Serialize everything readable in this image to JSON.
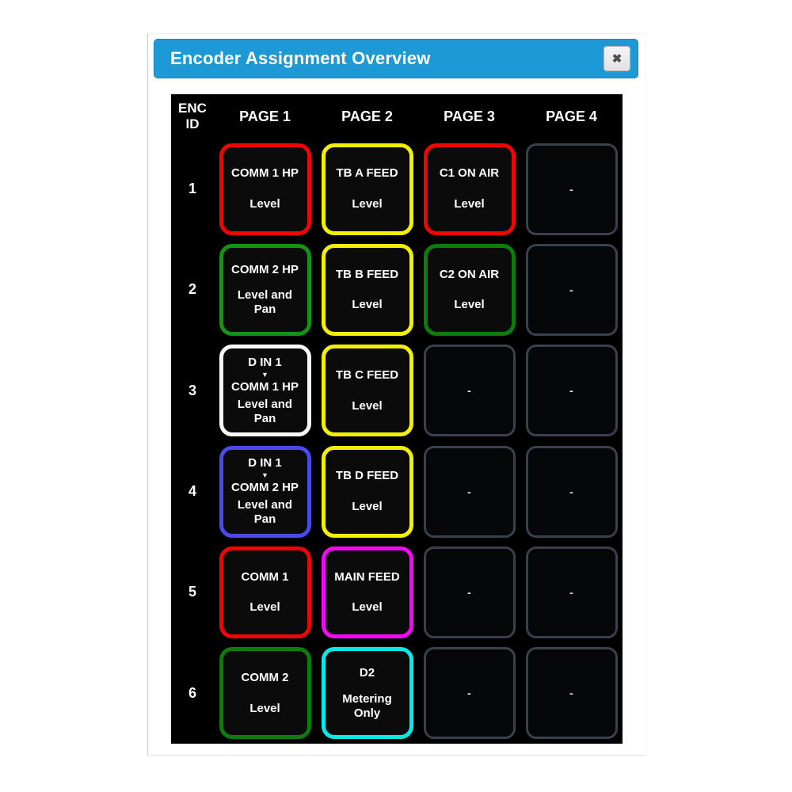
{
  "dialog": {
    "title": "Encoder Assignment Overview",
    "close_glyph": "✖"
  },
  "table": {
    "id_header": "ENC\nID",
    "page_headers": [
      "PAGE 1",
      "PAGE 2",
      "PAGE 3",
      "PAGE 4"
    ],
    "empty_text": "-",
    "rows": [
      {
        "id": "1",
        "cells": [
          {
            "title_lines": [
              "COMM 1 HP"
            ],
            "mode": "Level",
            "border": "#ee0505"
          },
          {
            "title_lines": [
              "TB A FEED"
            ],
            "mode": "Level",
            "border": "#f2ef04"
          },
          {
            "title_lines": [
              "C1 ON AIR"
            ],
            "mode": "Level",
            "border": "#ee0505"
          },
          {
            "empty": true
          }
        ]
      },
      {
        "id": "2",
        "cells": [
          {
            "title_lines": [
              "COMM 2 HP"
            ],
            "mode": "Level and Pan",
            "border": "#149314"
          },
          {
            "title_lines": [
              "TB B FEED"
            ],
            "mode": "Level",
            "border": "#f2ef04"
          },
          {
            "title_lines": [
              "C2 ON AIR"
            ],
            "mode": "Level",
            "border": "#0a7d0a"
          },
          {
            "empty": true
          }
        ]
      },
      {
        "id": "3",
        "cells": [
          {
            "title_lines": [
              "D IN 1",
              "▼",
              "COMM 1 HP"
            ],
            "mode": "Level and Pan",
            "border": "#f8f8f8"
          },
          {
            "title_lines": [
              "TB C FEED"
            ],
            "mode": "Level",
            "border": "#f2ef04"
          },
          {
            "empty": true
          },
          {
            "empty": true
          }
        ]
      },
      {
        "id": "4",
        "cells": [
          {
            "title_lines": [
              "D IN 1",
              "▼",
              "COMM 2 HP"
            ],
            "mode": "Level and Pan",
            "border": "#4a4ae9"
          },
          {
            "title_lines": [
              "TB D FEED"
            ],
            "mode": "Level",
            "border": "#f2ef04"
          },
          {
            "empty": true
          },
          {
            "empty": true
          }
        ]
      },
      {
        "id": "5",
        "cells": [
          {
            "title_lines": [
              "COMM 1"
            ],
            "mode": "Level",
            "border": "#ee0505"
          },
          {
            "title_lines": [
              "MAIN FEED"
            ],
            "mode": "Level",
            "border": "#f707f7"
          },
          {
            "empty": true
          },
          {
            "empty": true
          }
        ]
      },
      {
        "id": "6",
        "cells": [
          {
            "title_lines": [
              "COMM 2"
            ],
            "mode": "Level",
            "border": "#0a7d0a"
          },
          {
            "title_lines": [
              "D2"
            ],
            "mode": "Metering Only",
            "border": "#06e9e9"
          },
          {
            "empty": true
          },
          {
            "empty": true
          }
        ]
      }
    ]
  },
  "colors": {
    "titlebar_blue": "#1d9ad5",
    "titlebar_border": "#1b86bc",
    "panel_black": "#000000",
    "empty_border": "#39414e",
    "red": "#ee0505",
    "yellow": "#f2ef04",
    "green_bright": "#149314",
    "green_dark": "#0a7d0a",
    "white": "#f8f8f8",
    "blue": "#4a4ae9",
    "magenta": "#f707f7",
    "cyan": "#06e9e9"
  }
}
